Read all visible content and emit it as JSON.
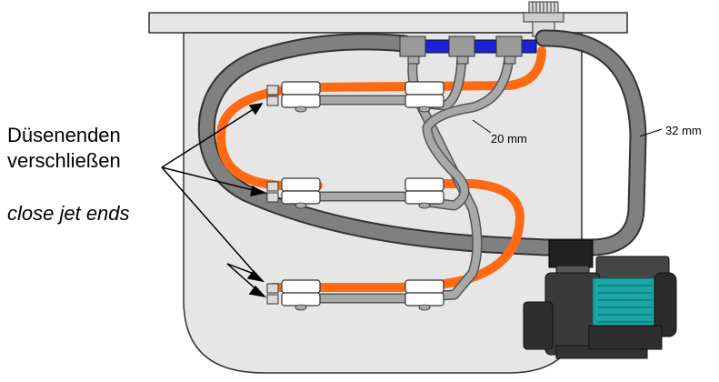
{
  "labels": {
    "close_de_line1": "Düsenenden",
    "close_de_line2": "verschließen",
    "close_en": "close jet ends",
    "hose_small": "20 mm",
    "hose_large": "32 mm"
  },
  "colors": {
    "tub_fill": "#e6e6e6",
    "tub_stroke": "#333333",
    "hose_large": "#7f7f7f",
    "hose_small": "#a6a6a6",
    "hose_hot": "#ff6a13",
    "manifold": "#1f1fd6",
    "pump_body": "#3a3a3a",
    "pump_motor_band": "#19a5a5"
  }
}
